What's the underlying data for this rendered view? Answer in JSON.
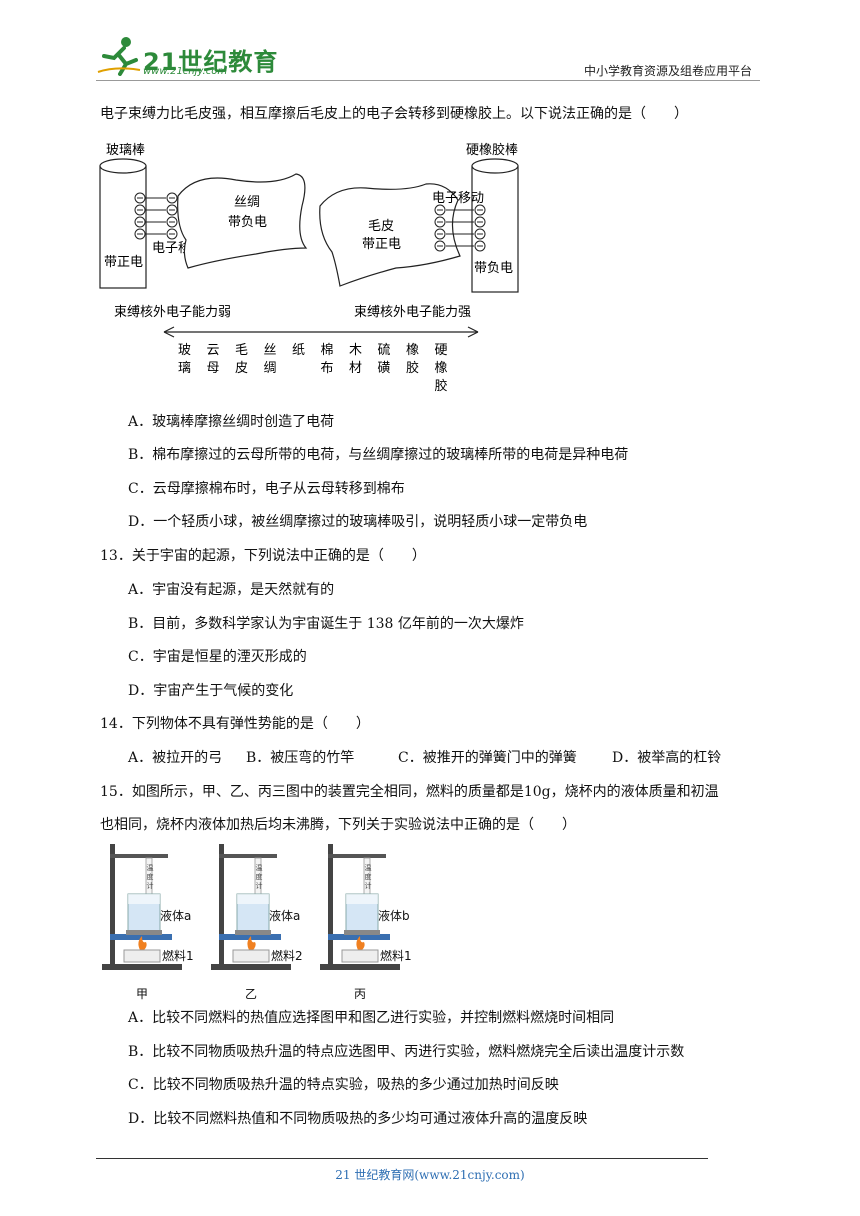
{
  "header": {
    "logo_text": "21世纪教育",
    "logo_url": "www.21cnjy.com",
    "platform": "中小学教育资源及组卷应用平台"
  },
  "intro": "电子束缚力比毛皮强，相互摩擦后毛皮上的电子会转移到硬橡胶上。以下说法正确的是（　　）",
  "figure1": {
    "rod_left": "玻璃棒",
    "rod_right": "硬橡胶棒",
    "cloth_left_l1": "丝绸",
    "cloth_left_l2": "带负电",
    "cloth_right_l1": "毛皮",
    "cloth_right_l2": "带正电",
    "move_left": "电子移动",
    "move_right": "电子移动",
    "charge_left": "带正电",
    "charge_right": "带负电",
    "weak": "束缚核外电子能力弱",
    "strong": "束缚核外电子能力强",
    "materials": [
      [
        "玻",
        "璃"
      ],
      [
        "云",
        "母"
      ],
      [
        "毛",
        "皮"
      ],
      [
        "丝",
        "绸"
      ],
      [
        "纸"
      ],
      [
        "棉",
        "布"
      ],
      [
        "木",
        "材"
      ],
      [
        "硫",
        "磺"
      ],
      [
        "橡",
        "胶"
      ],
      [
        "硬",
        "橡",
        "胶"
      ]
    ]
  },
  "q12_options": [
    "A．玻璃棒摩擦丝绸时创造了电荷",
    "B．棉布摩擦过的云母所带的电荷，与丝绸摩擦过的玻璃棒所带的电荷是异种电荷",
    "C．云母摩擦棉布时，电子从云母转移到棉布",
    "D．一个轻质小球，被丝绸摩擦过的玻璃棒吸引，说明轻质小球一定带负电"
  ],
  "q13": {
    "stem": "13．关于宇宙的起源，下列说法中正确的是（　　）",
    "options": [
      "A．宇宙没有起源，是天然就有的",
      "B．目前，多数科学家认为宇宙诞生于 138 亿年前的一次大爆炸",
      "C．宇宙是恒星的湮灭形成的",
      "D．宇宙产生于气候的变化"
    ]
  },
  "q14": {
    "stem": "14．下列物体不具有弹性势能的是（　　）",
    "options": [
      "A．被拉开的弓",
      "B．被压弯的竹竿",
      "C．被推开的弹簧门中的弹簧",
      "D．被举高的杠铃"
    ]
  },
  "q15": {
    "stem_l1": "15．如图所示，甲、乙、丙三图中的装置完全相同，燃料的质量都是10g，烧杯内的液体质量和初温",
    "stem_l2": "也相同，烧杯内液体加热后均未沸腾，下列关于实验说法中正确的是（　　）",
    "thermo": "温度计",
    "setups": [
      {
        "liquid": "液体a",
        "fuel": "燃料1",
        "name": "甲"
      },
      {
        "liquid": "液体a",
        "fuel": "燃料2",
        "name": "乙"
      },
      {
        "liquid": "液体b",
        "fuel": "燃料1",
        "name": "丙"
      }
    ],
    "options": [
      "A．比较不同燃料的热值应选择图甲和图乙进行实验，并控制燃料燃烧时间相同",
      "B．比较不同物质吸热升温的特点应选图甲、丙进行实验，燃料燃烧完全后读出温度计示数",
      "C．比较不同物质吸热升温的特点实验，吸热的多少通过加热时间反映",
      "D．比较不同燃料热值和不同物质吸热的多少均可通过液体升高的温度反映"
    ]
  },
  "footer": "21 世纪教育网(www.21cnjy.com)",
  "colors": {
    "logo_green": "#2d8a3a",
    "footer_blue": "#2f6fb3",
    "lab_blue": "#3a6fb0"
  }
}
